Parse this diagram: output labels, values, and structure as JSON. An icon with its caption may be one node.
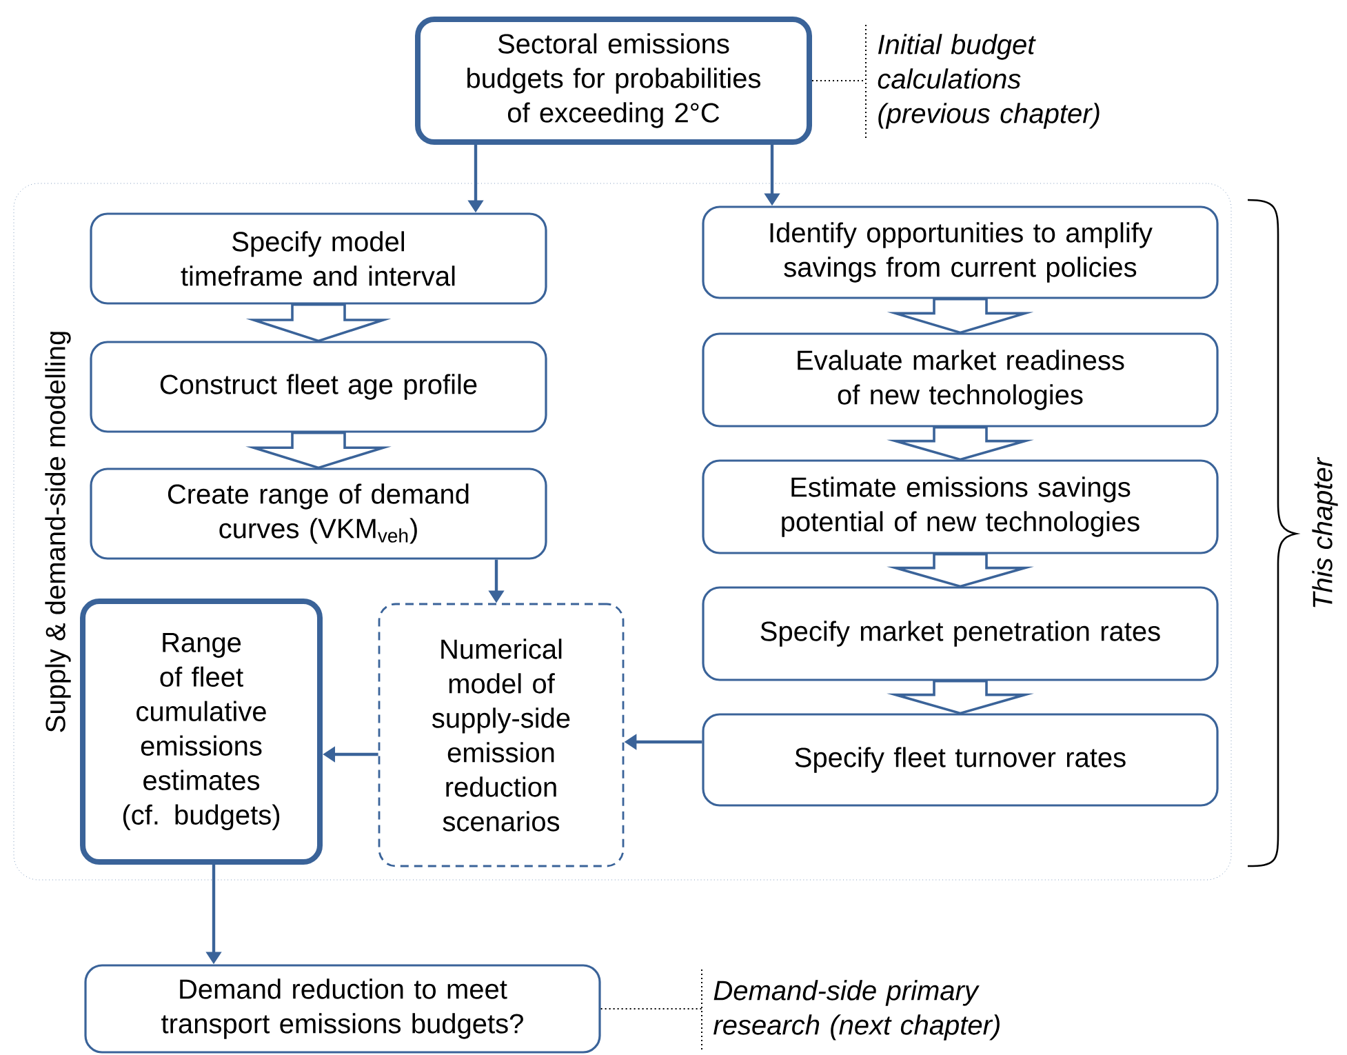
{
  "diagram": {
    "nodes": [
      {
        "text": [
          "Sectoral emissions budgets for probabilities of exceeding 2°C"
        ]
      },
      {
        "text": [
          "Initial budget calculations (previous chapter)"
        ]
      },
      {
        "text": [
          "Supply & demand-side modelling"
        ]
      },
      {
        "text": [
          "Specify model timeframe and interval"
        ],
        "in": 2
      },
      {
        "text": [
          "Identify opportunities to amplify savings from current policies"
        ],
        "in": 2
      },
      {
        "text": [
          "Construct fleet age profile"
        ],
        "in": 2
      },
      {
        "text": [
          "Evaluate market readiness of new technologies"
        ],
        "in": 2
      },
      {
        "text": [
          "Create range of demand curves (VKM$_{veh}$)"
        ],
        "in": 2
      },
      {
        "text": [
          "Estimate emissions savings potential of new technologies"
        ],
        "in": 2
      },
      {
        "text": [
          "Specify market penetration rates"
        ],
        "in": 2
      },
      {
        "text": [
          "Range of fleet cumulative emissions estimates (cf. budgets)"
        ],
        "in": 2
      },
      {
        "text": [
          "Numerical model of supply-side emission reduction scenarios"
        ],
        "in": 2
      },
      {
        "text": [
          "Specify fleet turnover rates"
        ],
        "in": 2
      },
      {
        "text": [
          "Demand reduction to meet transport emissions budgets?"
        ]
      },
      {
        "text": [
          "Demand-side primary research (next chapter)"
        ]
      }
    ],
    "edges": [
      {
        "from": 0,
        "to": 1,
        "arrow": "none",
        "style": "dashed",
        "color": "#000000"
      },
      {
        "from": 0,
        "to": 3,
        "arrow": "to"
      },
      {
        "from": 0,
        "to": 4,
        "arrow": "to"
      },
      {
        "from": 3,
        "to": 5,
        "arrow": "to"
      },
      {
        "from": 5,
        "to": 7,
        "arrow": "to"
      },
      {
        "from": 7,
        "to": 11,
        "arrow": "to"
      },
      {
        "from": 4,
        "to": 6,
        "arrow": "to"
      },
      {
        "from": 6,
        "to": 8,
        "arrow": "to"
      },
      {
        "from": 8,
        "to": 9,
        "arrow": "to"
      },
      {
        "from": 9,
        "to": 12,
        "arrow": "to"
      },
      {
        "from": 12,
        "to": 11,
        "arrow": "to"
      },
      {
        "from": 11,
        "to": 10,
        "arrow": "to"
      },
      {
        "from": 10,
        "to": 13,
        "arrow": "to"
      },
      {
        "from": 13,
        "to": 14,
        "arrow": "none",
        "style": "dashed",
        "color": "#000000"
      }
    ],
    "labels": [
      "This chapter"
    ]
  }
}
